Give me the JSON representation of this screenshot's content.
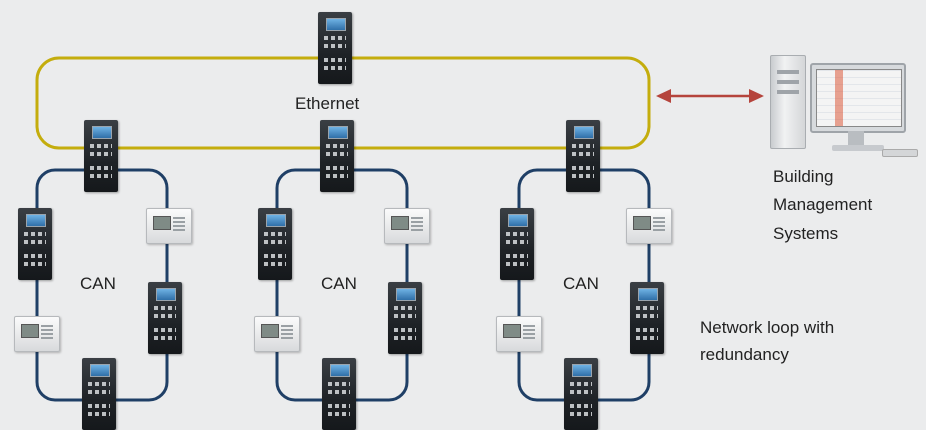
{
  "labels": {
    "ethernet": "Ethernet",
    "can_1": "CAN",
    "can_2": "CAN",
    "can_3": "CAN",
    "bms_line1": "Building",
    "bms_line2": "Management",
    "bms_line3": "Systems",
    "loop_line1": "Network loop with",
    "loop_line2": "redundancy"
  },
  "colors": {
    "background": "#ebeced",
    "ethernet_loop": "#c4ad0d",
    "can_loop": "#1f3f66",
    "bidirectional_arrow": "#b5443c"
  }
}
